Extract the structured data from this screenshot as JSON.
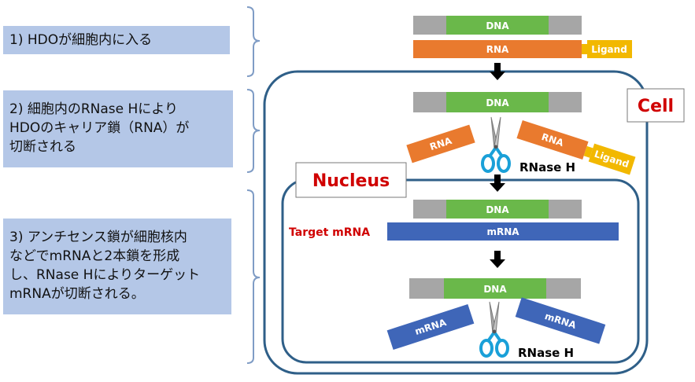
{
  "steps": [
    {
      "line1": "1) HDOが細胞内に入る",
      "line2": "",
      "line3": "",
      "line4": ""
    },
    {
      "line1": "2) 細胞内のRNase Hにより",
      "line2": "HDOのキャリア鎖（RNA）が",
      "line3": "切断される",
      "line4": ""
    },
    {
      "line1": "3) アンチセンス鎖が細胞核内",
      "line2": "などでmRNAと2本鎖を形成",
      "line3": "し、RNase Hによりターゲット",
      "line4": "mRNAが切断される。"
    }
  ],
  "labels": {
    "dna": "DNA",
    "rna": "RNA",
    "mrna": "mRNA",
    "ligand": "Ligand",
    "cell": "Cell",
    "nucleus": "Nucleus",
    "target_mrna": "Target mRNA",
    "rnase_h": "RNase H"
  },
  "colors": {
    "dna_green": "#6ab84a",
    "dna_gray": "#a6a6a6",
    "rna_orange": "#e97a2e",
    "ligand_yellow": "#f2b800",
    "mrna_blue": "#3f66b8",
    "membrane": "#2f5f88",
    "cell_red": "#d00000",
    "step_bg": "#b4c7e7"
  },
  "icons": [
    "scissors-icon",
    "arrow-down-icon",
    "bracket-icon"
  ]
}
